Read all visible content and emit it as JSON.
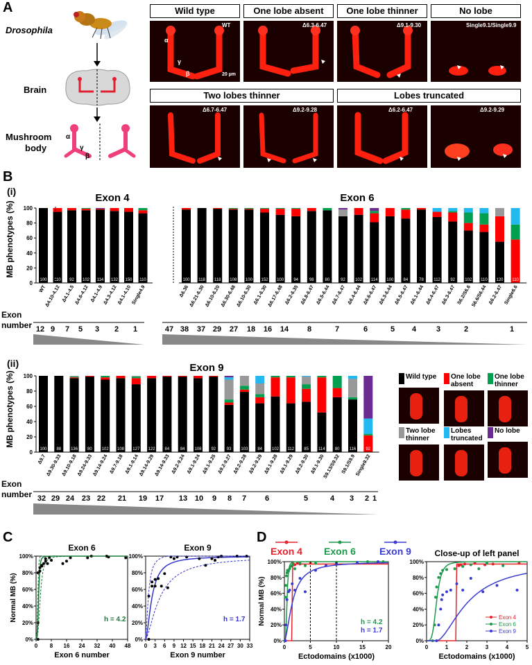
{
  "panel_labels": {
    "a": "A",
    "b": "B",
    "c": "C",
    "d": "D"
  },
  "panel_a": {
    "organism": "Drosophila",
    "brain": "Brain",
    "mb_line1": "Mushroom",
    "mb_line2": "body",
    "greek": {
      "alpha": "α",
      "gamma": "γ",
      "beta": "β"
    },
    "tiles_row1": [
      {
        "title": "Wild type",
        "code": "WT"
      },
      {
        "title": "One lobe absent",
        "code": "Δ6.3-6.47"
      },
      {
        "title": "One lobe thinner",
        "code": "Δ9.1-9.30"
      },
      {
        "title": "No lobe",
        "code": "Single9.1/Single9.9"
      }
    ],
    "scale": "20 µm",
    "tiles_row2_titles": [
      "Two lobes thinner",
      "Lobes truncated"
    ],
    "tiles_row2_codes": [
      "Δ6.7-6.47",
      "Δ9.2-9.28",
      "Δ6.2-6.47",
      "Δ9.2-9.29"
    ]
  },
  "panel_b": {
    "sub_i": "(i)",
    "sub_ii": "(ii)",
    "ylabel": "MB phenotypes (%)",
    "exon_number_label": [
      "Exon",
      "number"
    ],
    "legend": [
      {
        "label": "Wild type",
        "color": "#000000"
      },
      {
        "label": "One lobe absent",
        "color": "#ff0000"
      },
      {
        "label": "One lobe thinner",
        "color": "#00a050"
      },
      {
        "label": "Two lobe thinner",
        "color": "#999999"
      },
      {
        "label": "Lobes truncated",
        "color": "#22b8f0"
      },
      {
        "label": "No lobe",
        "color": "#6a2c91"
      }
    ],
    "legend_display": [
      "Wild type",
      "One lobe\nabsent",
      "One lobe\nthinner",
      "Two lobe\nthinner",
      "Lobes\ntruncated",
      "No lobe"
    ]
  },
  "chart_data": [
    {
      "type": "bar",
      "title": "Exon 4",
      "ylabel": "MB phenotypes (%)",
      "ylim": [
        0,
        100
      ],
      "stacked": true,
      "categories": [
        "WT",
        "Δ4.10-4.12",
        "Δ4.1-4.5",
        "Δ4.6-4.12",
        "Δ4.1-4.9",
        "Δ4.3-4.12",
        "Δ4.1-4.10",
        "Single4.9"
      ],
      "n": [
        100,
        110,
        92,
        102,
        114,
        132,
        150,
        110
      ],
      "exon_numbers": [
        "12",
        "9",
        "7",
        "5",
        "3",
        "2",
        "1"
      ],
      "series": [
        {
          "name": "Wild type",
          "values": [
            100,
            95,
            97,
            97,
            98,
            96,
            95,
            93
          ]
        },
        {
          "name": "One lobe absent",
          "values": [
            0,
            5,
            3,
            2,
            1,
            4,
            5,
            4
          ]
        },
        {
          "name": "One lobe thinner",
          "values": [
            0,
            0,
            0,
            1,
            0,
            0,
            0,
            3
          ]
        },
        {
          "name": "Two lobe thinner",
          "values": [
            0,
            0,
            0,
            0,
            0,
            0,
            0,
            0
          ]
        },
        {
          "name": "Lobes truncated",
          "values": [
            0,
            0,
            0,
            0,
            0,
            0,
            0,
            0
          ]
        },
        {
          "name": "No lobe",
          "values": [
            0,
            0,
            0,
            0,
            1,
            0,
            0,
            0
          ]
        }
      ]
    },
    {
      "type": "bar",
      "title": "Exon 6",
      "ylim": [
        0,
        100
      ],
      "stacked": true,
      "categories": [
        "Δ6.36",
        "Δ6.21-6.30",
        "Δ6.10-6.20",
        "Δ6.30-6.48",
        "Δ6.10-6.30",
        "Δ6.1-6.30",
        "Δ6.17-6.48",
        "Δ6.2-6.35",
        "Δ6.8-6.47",
        "Δ6.5-6.44",
        "Δ6.7-6.47",
        "Δ6.4-6.44",
        "Δ6.6-6.47",
        "Δ6.3-6.44",
        "Δ6.5-6.47",
        "Δ6.1-6.44",
        "Δ6.4-6.47",
        "Δ6.3-6.47",
        "S6.2/S6.6",
        "S6.6/S6.44",
        "Δ6.2-6.47",
        "Single6.6"
      ],
      "n": [
        100,
        118,
        118,
        108,
        100,
        152,
        100,
        94,
        98,
        80,
        92,
        102,
        114,
        100,
        84,
        78,
        112,
        92,
        102,
        110,
        120,
        110
      ],
      "exon_numbers": [
        "47",
        "38",
        "37",
        "29",
        "27",
        "18",
        "16",
        "14",
        "8",
        "7",
        "6",
        "5",
        "4",
        "3",
        "2",
        "1"
      ],
      "series": [
        {
          "name": "Wild type",
          "values": [
            98,
            100,
            99,
            98,
            98,
            94,
            91,
            89,
            96,
            97,
            89,
            91,
            81,
            89,
            86,
            98,
            88,
            82,
            70,
            68,
            55,
            0
          ]
        },
        {
          "name": "One lobe absent",
          "values": [
            2,
            0,
            1,
            1,
            1,
            5,
            8,
            10,
            4,
            0,
            0,
            9,
            12,
            11,
            12,
            2,
            7,
            12,
            10,
            10,
            34,
            58
          ]
        },
        {
          "name": "One lobe thinner",
          "values": [
            0,
            0,
            0,
            1,
            1,
            1,
            1,
            1,
            0,
            3,
            0,
            0,
            3,
            0,
            2,
            0,
            0,
            2,
            14,
            15,
            0,
            20
          ]
        },
        {
          "name": "Two lobe thinner",
          "values": [
            0,
            0,
            0,
            0,
            0,
            0,
            0,
            0,
            0,
            0,
            9,
            0,
            0,
            0,
            0,
            0,
            0,
            0,
            0,
            0,
            11,
            0
          ]
        },
        {
          "name": "Lobes truncated",
          "values": [
            0,
            0,
            0,
            0,
            0,
            0,
            0,
            0,
            0,
            0,
            0,
            0,
            0,
            0,
            0,
            0,
            5,
            4,
            6,
            7,
            0,
            22
          ]
        },
        {
          "name": "No lobe",
          "values": [
            0,
            0,
            0,
            0,
            0,
            0,
            0,
            0,
            0,
            0,
            2,
            0,
            4,
            0,
            0,
            0,
            0,
            0,
            0,
            0,
            0,
            0
          ]
        }
      ]
    },
    {
      "type": "bar",
      "title": "Exon 9",
      "ylabel": "MB phenotypes (%)",
      "ylim": [
        0,
        100
      ],
      "stacked": true,
      "categories": [
        "Δ9.7",
        "Δ9.30-9.33",
        "Δ9.10-9.18",
        "Δ9.24-9.33",
        "Δ9.14-9.24",
        "Δ9.7-9.18",
        "Δ9.1-9.14",
        "Δ9.14-9.29",
        "Δ9.14-9.33",
        "Δ9.2-9.24",
        "Δ9.1-9.24",
        "Δ9.1-9.25",
        "Δ9.2-9.27",
        "Δ9.2-9.28",
        "Δ9.2-9.29",
        "Δ9.1-9.28",
        "Δ9.1-9.29",
        "Δ9.2-9.30",
        "Δ9.1-9.30",
        "S9.13/S9.32",
        "S9.1/S9.9",
        "Single9.32"
      ],
      "n": [
        100,
        88,
        136,
        80,
        102,
        108,
        127,
        122,
        84,
        84,
        108,
        92,
        93,
        103,
        84,
        102,
        112,
        85,
        114,
        80,
        116,
        92
      ],
      "exon_numbers": [
        "32",
        "29",
        "24",
        "23",
        "22",
        "21",
        "19",
        "17",
        "13",
        "10",
        "9",
        "8",
        "7",
        "6",
        "5",
        "4",
        "3",
        "2",
        "1"
      ],
      "series": [
        {
          "name": "Wild type",
          "values": [
            100,
            100,
            97,
            99,
            95,
            97,
            89,
            97,
            99,
            99,
            97,
            99,
            62,
            79,
            64,
            73,
            64,
            66,
            52,
            72,
            69,
            0
          ]
        },
        {
          "name": "One lobe absent",
          "values": [
            0,
            0,
            1,
            1,
            3,
            3,
            8,
            3,
            1,
            1,
            3,
            1,
            3,
            3,
            8,
            25,
            34,
            17,
            46,
            12,
            0,
            22
          ]
        },
        {
          "name": "One lobe thinner",
          "values": [
            0,
            0,
            1,
            0,
            2,
            0,
            2,
            0,
            0,
            0,
            0,
            0,
            4,
            5,
            4,
            2,
            2,
            6,
            2,
            16,
            3,
            2
          ]
        },
        {
          "name": "Two lobe thinner",
          "values": [
            0,
            0,
            1,
            0,
            0,
            0,
            1,
            0,
            0,
            0,
            0,
            0,
            26,
            13,
            14,
            0,
            0,
            10,
            0,
            0,
            24,
            0
          ]
        },
        {
          "name": "Lobes truncated",
          "values": [
            0,
            0,
            0,
            0,
            0,
            0,
            0,
            0,
            0,
            0,
            0,
            0,
            3,
            0,
            10,
            0,
            0,
            1,
            0,
            0,
            4,
            20
          ]
        },
        {
          "name": "No lobe",
          "values": [
            0,
            0,
            0,
            0,
            0,
            0,
            0,
            0,
            0,
            0,
            0,
            0,
            2,
            0,
            0,
            0,
            0,
            0,
            0,
            0,
            0,
            56
          ]
        }
      ]
    },
    {
      "type": "scatter",
      "title": "Exon 6",
      "xlabel": "Exon 6 number",
      "ylabel": "Normal MB (%)",
      "xlim": [
        0,
        48
      ],
      "ylim": [
        0,
        100
      ],
      "xticks": [
        0,
        8,
        16,
        24,
        32,
        40,
        48
      ],
      "yticks": [
        0,
        20,
        40,
        60,
        80,
        100
      ],
      "hill": "h = 4.2",
      "color": "#1a7a3a",
      "x": [
        1,
        1,
        1,
        2,
        2,
        3,
        3,
        4,
        5,
        5,
        6,
        7,
        8,
        14,
        16,
        18,
        27,
        29,
        37,
        38,
        47
      ],
      "y": [
        0,
        20,
        80,
        82,
        86,
        88,
        89,
        91,
        94,
        97,
        91,
        98,
        95,
        91,
        94,
        98,
        98,
        100,
        100,
        99,
        98
      ]
    },
    {
      "type": "scatter",
      "title": "Exon 9",
      "xlabel": "Exon 9 number",
      "xlim": [
        0,
        33
      ],
      "ylim": [
        0,
        100
      ],
      "xticks": [
        0,
        3,
        6,
        9,
        12,
        15,
        18,
        21,
        24,
        27,
        30,
        33
      ],
      "yticks": [
        0,
        20,
        40,
        60,
        80,
        100
      ],
      "hill": "h = 1.7",
      "color": "#3333cc",
      "x": [
        1,
        1,
        2,
        2,
        3,
        3,
        4,
        5,
        6,
        7,
        8,
        9,
        10,
        13,
        17,
        19,
        21,
        22,
        23,
        24,
        29,
        32
      ],
      "y": [
        0,
        52,
        64,
        69,
        64,
        72,
        73,
        64,
        79,
        62,
        99,
        97,
        99,
        99,
        97,
        89,
        97,
        95,
        99,
        100,
        100,
        100
      ]
    },
    {
      "type": "scatter",
      "xlabel": "Ectodomains (x1000)",
      "ylabel": "Normal MB (%)",
      "xlim": [
        0,
        20
      ],
      "ylim": [
        0,
        100
      ],
      "xticks": [
        0,
        5,
        10,
        15,
        20
      ],
      "yticks": [
        0,
        20,
        40,
        60,
        80,
        100
      ],
      "annotations": [
        "h = 4.2",
        "h = 1.7"
      ],
      "series": [
        {
          "name": "Exon 4",
          "color": "#e8202a",
          "x": [
            1.5,
            1.7,
            2,
            2.5,
            3,
            5,
            10
          ],
          "y": [
            95,
            97,
            96,
            98,
            97,
            99,
            99
          ]
        },
        {
          "name": "Exon 6",
          "color": "#1a9a4a",
          "x": [
            0.1,
            0.2,
            0.3,
            0.4,
            0.5,
            0.6,
            0.8,
            1,
            1.2,
            1.6,
            2,
            3,
            4,
            6,
            10,
            16,
            19
          ],
          "y": [
            0,
            55,
            70,
            82,
            86,
            89,
            88,
            91,
            94,
            96,
            91,
            98,
            95,
            98,
            99,
            100,
            100
          ]
        },
        {
          "name": "Exon 9",
          "color": "#3a3ad0",
          "x": [
            0.2,
            0.3,
            0.5,
            0.8,
            1,
            1.5,
            2,
            3,
            4,
            6,
            8,
            10,
            14,
            18
          ],
          "y": [
            0,
            20,
            52,
            62,
            64,
            72,
            64,
            79,
            62,
            89,
            95,
            97,
            99,
            100
          ]
        }
      ]
    },
    {
      "type": "scatter",
      "title": "Close-up of left panel",
      "xlabel": "Ectodomains (x1000)",
      "xlim": [
        0,
        5
      ],
      "ylim": [
        0,
        100
      ],
      "xticks": [
        0,
        1,
        2,
        3,
        4,
        5
      ],
      "yticks": [
        0,
        20,
        40,
        60,
        80,
        100
      ],
      "series": [
        {
          "name": "Exon 4",
          "color": "#e8202a",
          "x": [
            1.6,
            1.7,
            1.9,
            2.4,
            2.9,
            3.3,
            4.6
          ],
          "y": [
            95,
            96,
            97,
            98,
            96,
            97,
            98
          ]
        },
        {
          "name": "Exon 6",
          "color": "#1a9a4a",
          "x": [
            0.3,
            0.4,
            0.45,
            0.5,
            0.6,
            0.7,
            0.8,
            1.0,
            1.4,
            1.8,
            2.2,
            2.6,
            3.0,
            3.8
          ],
          "y": [
            0,
            20,
            55,
            68,
            80,
            85,
            89,
            90,
            91,
            94,
            96,
            91,
            98,
            95
          ]
        },
        {
          "name": "Exon 9",
          "color": "#3a3ad0",
          "x": [
            0.5,
            0.6,
            0.7,
            0.75,
            0.8,
            1.0,
            1.2,
            1.5,
            1.8,
            2.2,
            2.8,
            3.5,
            4.5
          ],
          "y": [
            0,
            20,
            40,
            52,
            58,
            62,
            64,
            72,
            64,
            79,
            62,
            70,
            64
          ]
        }
      ]
    }
  ]
}
